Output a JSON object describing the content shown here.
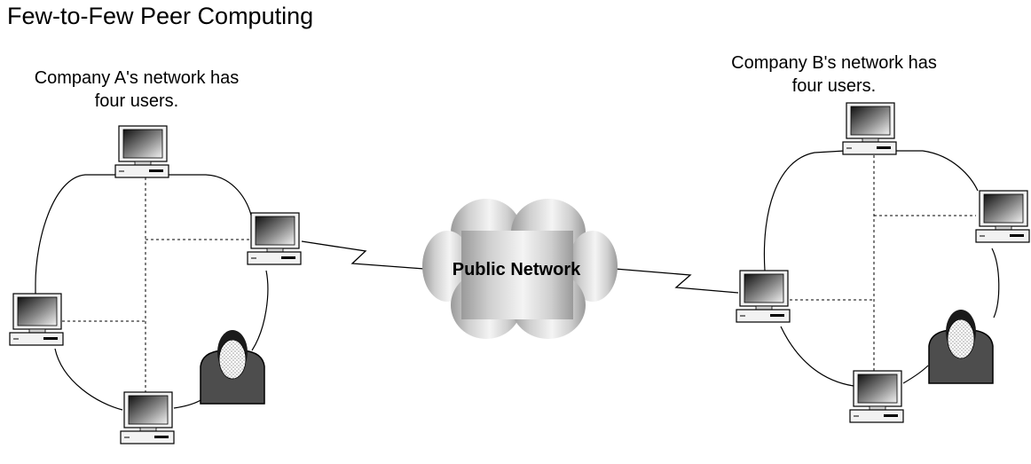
{
  "title": "Few-to-Few Peer Computing",
  "company_a": {
    "caption_line1": "Company A's network has",
    "caption_line2": "four users."
  },
  "company_b": {
    "caption_line1": "Company B's network has",
    "caption_line2": "four users."
  },
  "cloud": {
    "label": "Public Network"
  }
}
